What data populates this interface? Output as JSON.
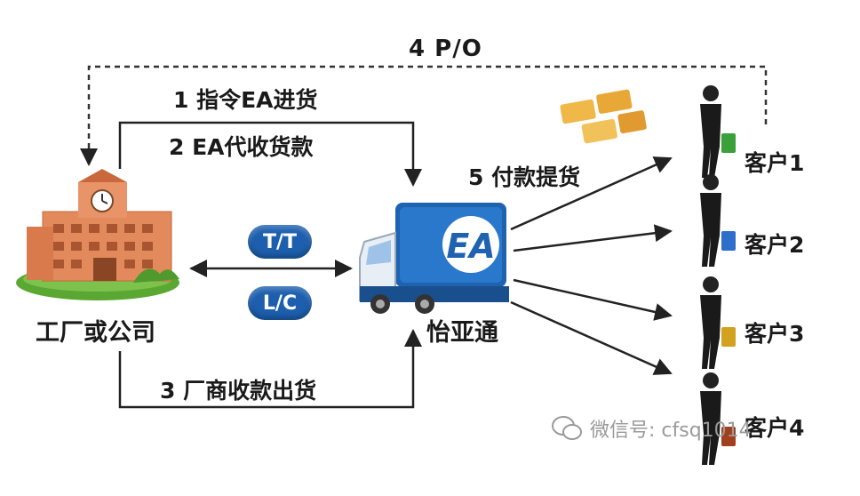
{
  "labels": {
    "po": "4 P/O",
    "step1": "1 指令EA进货",
    "step2": "2 EA代收货款",
    "step5": "5 付款提货",
    "step3": "3 厂商收款出货",
    "factory": "工厂或公司",
    "ea": "怡亚通",
    "tt": "T/T",
    "lc": "L/C"
  },
  "customers": [
    "客户1",
    "客户2",
    "客户3",
    "客户4"
  ],
  "watermark": "微信号: cfsq1014",
  "colors": {
    "pill": "#1d5fae",
    "truck": "#1f63b0",
    "factory": "#e28a5c",
    "grass": "#5aa832",
    "bag1": "#3aa03a",
    "bag2": "#2d6fc9",
    "bag3": "#d2a21e",
    "bag4": "#a0401e"
  }
}
